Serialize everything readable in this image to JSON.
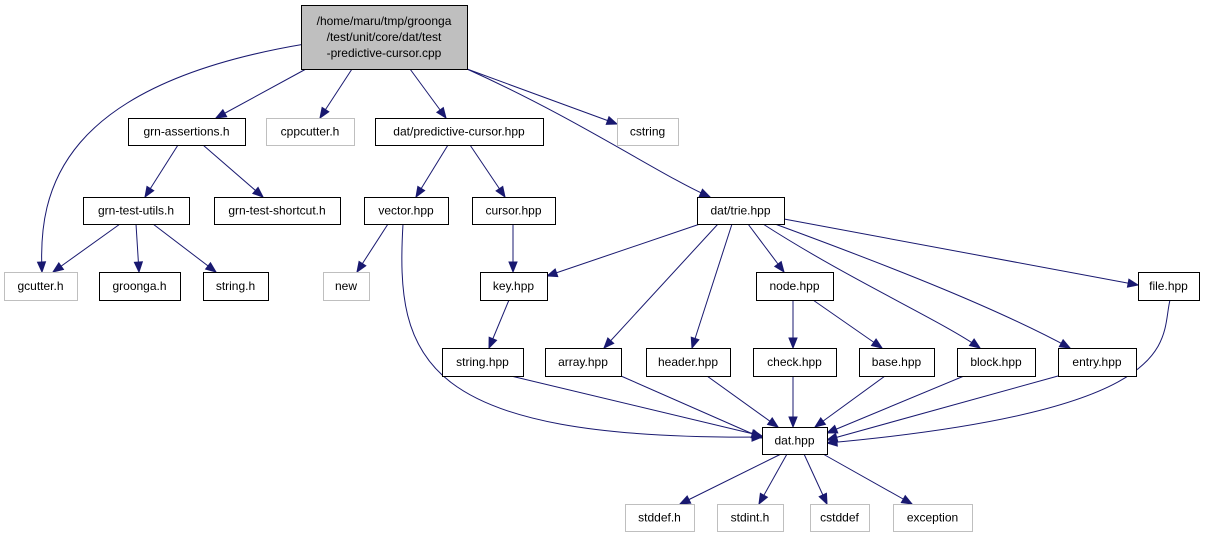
{
  "colors": {
    "edge": "#191970",
    "root_fill": "#bfbfbf",
    "local_border": "#000000",
    "external_border": "#bfbfbf"
  },
  "nodes": [
    {
      "id": "root",
      "label": [
        "/home/maru/tmp/groonga",
        "/test/unit/core/dat/test",
        "-predictive-cursor.cpp"
      ],
      "kind": "root"
    },
    {
      "id": "grn_assertions",
      "label": [
        "grn-assertions.h"
      ],
      "kind": "local"
    },
    {
      "id": "cppcutter",
      "label": [
        "cppcutter.h"
      ],
      "kind": "external"
    },
    {
      "id": "dat_predictive",
      "label": [
        "dat/predictive-cursor.hpp"
      ],
      "kind": "local"
    },
    {
      "id": "cstring",
      "label": [
        "cstring"
      ],
      "kind": "external"
    },
    {
      "id": "grn_test_utils",
      "label": [
        "grn-test-utils.h"
      ],
      "kind": "local"
    },
    {
      "id": "grn_test_shortcut",
      "label": [
        "grn-test-shortcut.h"
      ],
      "kind": "local"
    },
    {
      "id": "vector",
      "label": [
        "vector.hpp"
      ],
      "kind": "local"
    },
    {
      "id": "cursor",
      "label": [
        "cursor.hpp"
      ],
      "kind": "local"
    },
    {
      "id": "dat_trie",
      "label": [
        "dat/trie.hpp"
      ],
      "kind": "local"
    },
    {
      "id": "gcutter",
      "label": [
        "gcutter.h"
      ],
      "kind": "external"
    },
    {
      "id": "groonga",
      "label": [
        "groonga.h"
      ],
      "kind": "local"
    },
    {
      "id": "string_h",
      "label": [
        "string.h"
      ],
      "kind": "local"
    },
    {
      "id": "new",
      "label": [
        "new"
      ],
      "kind": "external"
    },
    {
      "id": "key",
      "label": [
        "key.hpp"
      ],
      "kind": "local"
    },
    {
      "id": "node",
      "label": [
        "node.hpp"
      ],
      "kind": "local"
    },
    {
      "id": "file",
      "label": [
        "file.hpp"
      ],
      "kind": "local"
    },
    {
      "id": "string_hpp",
      "label": [
        "string.hpp"
      ],
      "kind": "local"
    },
    {
      "id": "array",
      "label": [
        "array.hpp"
      ],
      "kind": "local"
    },
    {
      "id": "header",
      "label": [
        "header.hpp"
      ],
      "kind": "local"
    },
    {
      "id": "check",
      "label": [
        "check.hpp"
      ],
      "kind": "local"
    },
    {
      "id": "base",
      "label": [
        "base.hpp"
      ],
      "kind": "local"
    },
    {
      "id": "block",
      "label": [
        "block.hpp"
      ],
      "kind": "local"
    },
    {
      "id": "entry",
      "label": [
        "entry.hpp"
      ],
      "kind": "local"
    },
    {
      "id": "dat",
      "label": [
        "dat.hpp"
      ],
      "kind": "local"
    },
    {
      "id": "stddef",
      "label": [
        "stddef.h"
      ],
      "kind": "external"
    },
    {
      "id": "stdint",
      "label": [
        "stdint.h"
      ],
      "kind": "external"
    },
    {
      "id": "cstddef",
      "label": [
        "cstddef"
      ],
      "kind": "external"
    },
    {
      "id": "exception",
      "label": [
        "exception"
      ],
      "kind": "external"
    }
  ],
  "edges": [
    [
      "root",
      "gcutter"
    ],
    [
      "root",
      "grn_assertions"
    ],
    [
      "root",
      "cppcutter"
    ],
    [
      "root",
      "dat_predictive"
    ],
    [
      "root",
      "cstring"
    ],
    [
      "root",
      "dat_trie"
    ],
    [
      "grn_assertions",
      "grn_test_utils"
    ],
    [
      "grn_assertions",
      "grn_test_shortcut"
    ],
    [
      "grn_test_utils",
      "gcutter"
    ],
    [
      "grn_test_utils",
      "groonga"
    ],
    [
      "grn_test_utils",
      "string_h"
    ],
    [
      "dat_predictive",
      "vector"
    ],
    [
      "dat_predictive",
      "cursor"
    ],
    [
      "vector",
      "new"
    ],
    [
      "vector",
      "dat"
    ],
    [
      "cursor",
      "key"
    ],
    [
      "dat_trie",
      "key"
    ],
    [
      "dat_trie",
      "array"
    ],
    [
      "dat_trie",
      "header"
    ],
    [
      "dat_trie",
      "node"
    ],
    [
      "dat_trie",
      "block"
    ],
    [
      "dat_trie",
      "entry"
    ],
    [
      "dat_trie",
      "file"
    ],
    [
      "key",
      "string_hpp"
    ],
    [
      "node",
      "check"
    ],
    [
      "node",
      "base"
    ],
    [
      "string_hpp",
      "dat"
    ],
    [
      "array",
      "dat"
    ],
    [
      "header",
      "dat"
    ],
    [
      "check",
      "dat"
    ],
    [
      "base",
      "dat"
    ],
    [
      "block",
      "dat"
    ],
    [
      "entry",
      "dat"
    ],
    [
      "file",
      "dat"
    ],
    [
      "dat",
      "stddef"
    ],
    [
      "dat",
      "stdint"
    ],
    [
      "dat",
      "cstddef"
    ],
    [
      "dat",
      "exception"
    ]
  ]
}
